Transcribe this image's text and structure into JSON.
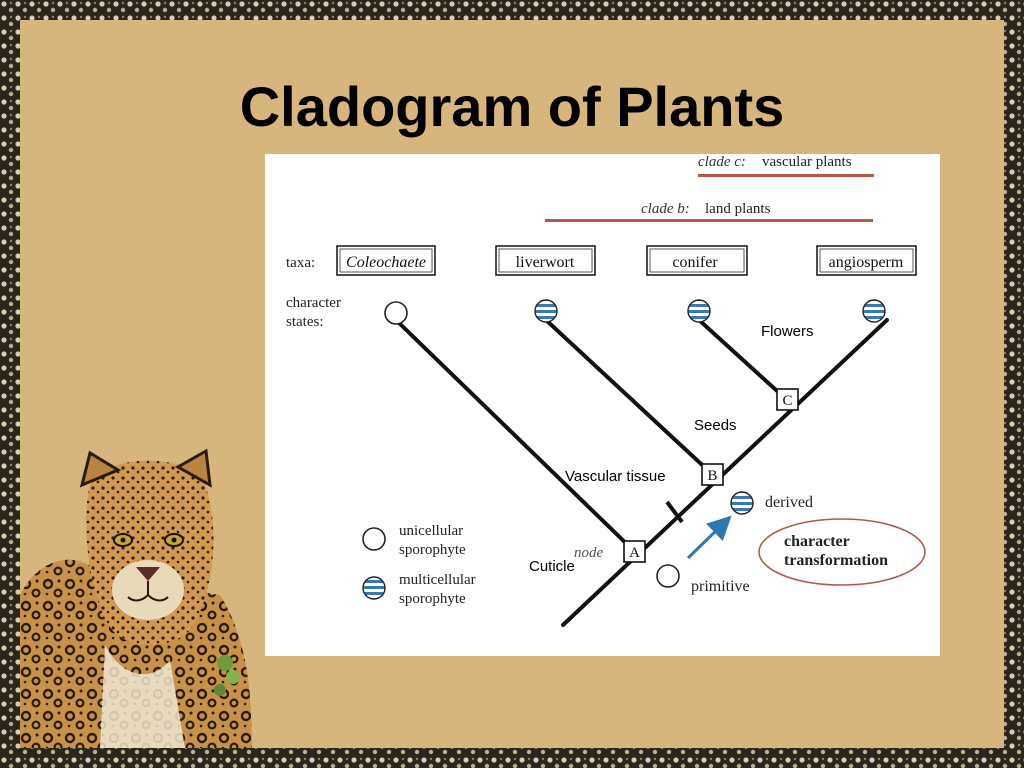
{
  "slide": {
    "title": "Cladogram of Plants"
  },
  "diagram": {
    "clades": [
      {
        "name": "clade c:",
        "desc": "vascular plants"
      },
      {
        "name": "clade b:",
        "desc": "land plants"
      }
    ],
    "taxa_label": "taxa:",
    "taxa": [
      "Coleochaete",
      "liverwort",
      "conifer",
      "angiosperm"
    ],
    "character_states_label": [
      "character",
      "states:"
    ],
    "nodes": [
      "A",
      "B",
      "C"
    ],
    "node_word": "node",
    "legend": [
      {
        "state": "unicellular",
        "lines": [
          "unicellular",
          "sporophyte"
        ]
      },
      {
        "state": "multicellular",
        "lines": [
          "multicellular",
          "sporophyte"
        ]
      }
    ],
    "transformation": {
      "derived": "derived",
      "primitive": "primitive",
      "box_lines": [
        "character",
        "transformation"
      ]
    },
    "annotations": {
      "flowers": "Flowers",
      "seeds": "Seeds",
      "vascular": "Vascular tissue",
      "cuticle": "Cuticle"
    }
  },
  "colors": {
    "clade_bar": "#b5574a",
    "arrow": "#2a7ab0",
    "stripe": "#3a78b5",
    "panel": "#d6b67d"
  }
}
